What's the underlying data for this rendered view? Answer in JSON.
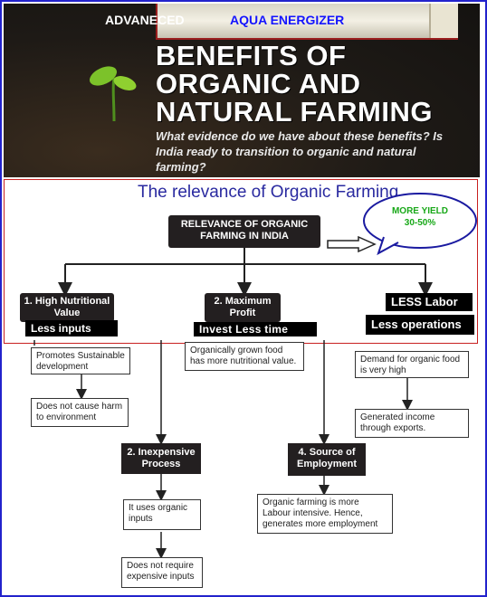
{
  "banner": {
    "brand_left": "ADVANECED",
    "brand_right": "AQUA ENERGIZER",
    "title_line1": "BENEFITS OF",
    "title_line2": "ORGANIC AND",
    "title_line3": "NATURAL FARMING",
    "subtitle": "What evidence do we have about these benefits? Is India ready to transition to organic and natural farming?"
  },
  "diagram": {
    "section_title": "The relevance of Organic Farming",
    "root": "RELEVANCE OF ORGANIC FARMING IN INDIA",
    "bubble_line1": "MORE YIELD",
    "bubble_line2": "30-50%",
    "node1": "1. High Nutritional Value",
    "node1_overlay": "Less inputs",
    "node2": "2. Maximum Profit",
    "node2_overlay": "Invest Less time",
    "node3_overlay1": "LESS Labor",
    "node3_overlay2": "Less operations",
    "left_box1": "Promotes Sustainable development",
    "left_box2": "Does not cause harm to environment",
    "mid_box": "Organically grown food has more nutritional value.",
    "right_box1": "Demand for organic food is very high",
    "right_box2": "Generated income through exports.",
    "node_inexpensive": "2. Inexpensive Process",
    "inexp_box1": "It uses organic inputs",
    "inexp_box2": "Does not require expensive inputs",
    "node_employment": "4. Source of Employment",
    "employ_box": "Organic farming is more Labour intensive. Hence, generates more employment"
  },
  "colors": {
    "frame": "#2222cc",
    "red_border": "#c82020",
    "title_blue": "#2a2aa0",
    "brand_blue": "#1414ff",
    "bubble_green": "#18a818"
  }
}
